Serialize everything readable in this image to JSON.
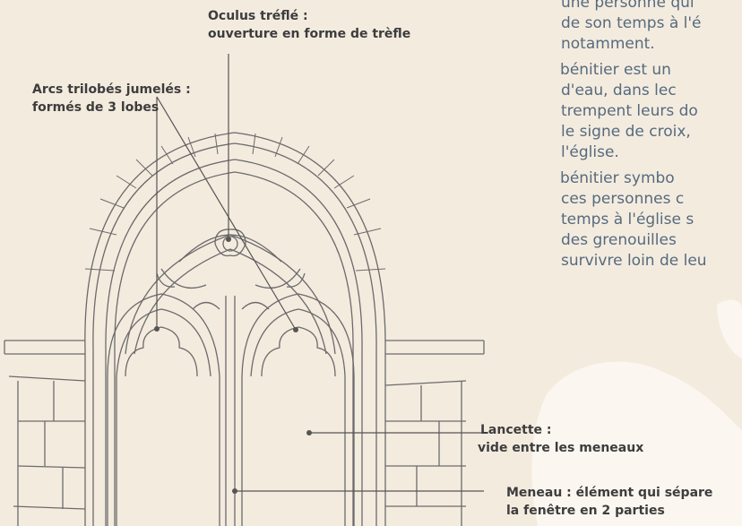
{
  "annotations": {
    "oculus": {
      "line1": "Oculus tréflé :",
      "line2": "ouverture en forme de trèfle"
    },
    "arcs": {
      "line1": "Arcs trilobés jumelés :",
      "line2": "formés de 3 lobes"
    },
    "lancette": {
      "line1": "Lancette :",
      "line2": "vide entre les meneaux"
    },
    "meneau": {
      "line1": "Meneau : élément qui sépare",
      "line2": "la fenêtre en 2 parties"
    }
  },
  "body_text": {
    "lines": [
      "une personne qui",
      "de son temps à l'é",
      "notamment.",
      "Le bénitier est un",
      "d'eau, dans lec",
      "trempent leurs do",
      "le signe de croix,",
      "l'église.",
      "Le bénitier symbo",
      "ces personnes c",
      "temps à l'église s",
      "des grenouilles",
      "survivre loin de leu"
    ]
  },
  "colors": {
    "background": "#f4ebdf",
    "blob": "#fbf6ef",
    "sketch": "#6b6b6b",
    "text": "#556b7d",
    "label": "#3d3d3d"
  }
}
